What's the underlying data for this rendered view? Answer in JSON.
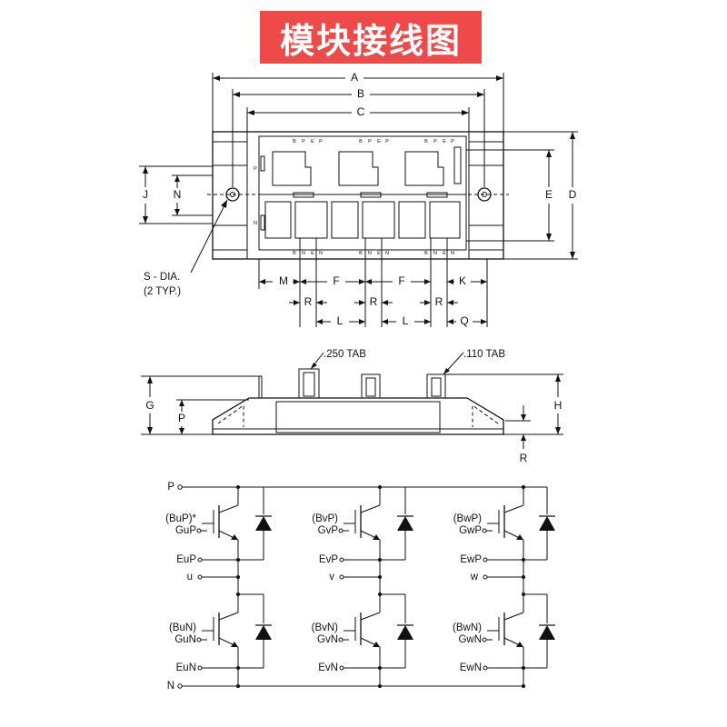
{
  "title": "模块接线图",
  "top_view": {
    "dimensions": [
      "A",
      "B",
      "C",
      "D",
      "E",
      "J",
      "N",
      "M",
      "F",
      "F",
      "K",
      "R",
      "R",
      "R",
      "L",
      "L",
      "Q"
    ],
    "hole_label_line1": "S - DIA.",
    "hole_label_line2": "(2 TYP.)",
    "side_marks": [
      "P",
      "N"
    ],
    "pin_labels_top": [
      "B",
      "P",
      "E",
      "P"
    ],
    "pin_labels_bottom": [
      "B",
      "N",
      "E",
      "N"
    ]
  },
  "side_view": {
    "tab_large": ".250 TAB",
    "tab_small": ".110 TAB",
    "dimensions": [
      "G",
      "P",
      "H",
      "R"
    ]
  },
  "circuit": {
    "rail_top": "P",
    "rail_bottom": "N",
    "outputs": [
      "u",
      "v",
      "w"
    ],
    "phases": [
      {
        "upper_gate_label": "(BuP)*",
        "upper_gate": "GuP",
        "upper_emitter": "EuP",
        "lower_gate_label": "(BuN)",
        "lower_gate": "GuN",
        "lower_emitter": "EuN"
      },
      {
        "upper_gate_label": "(BvP)",
        "upper_gate": "GvP",
        "upper_emitter": "EvP",
        "lower_gate_label": "(BvN)",
        "lower_gate": "GvN",
        "lower_emitter": "EvN"
      },
      {
        "upper_gate_label": "(BwP)",
        "upper_gate": "GwP",
        "upper_emitter": "EwP",
        "lower_gate_label": "(BwN)",
        "lower_gate": "GwN",
        "lower_emitter": "EwN"
      }
    ]
  }
}
